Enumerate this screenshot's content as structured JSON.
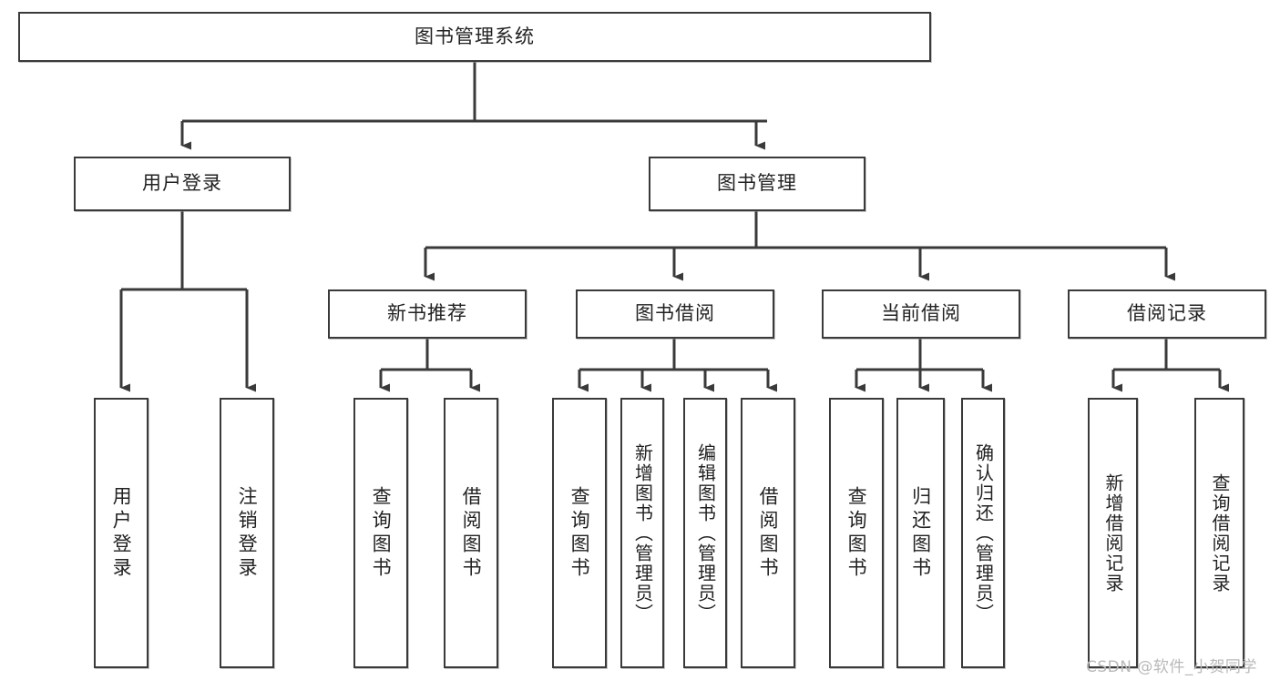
{
  "diagram": {
    "title": "图书管理系统",
    "type": "tree-hierarchy-diagram",
    "root": {
      "id": "root",
      "label": "图书管理系统"
    },
    "level2": [
      {
        "id": "user-login",
        "label": "用户登录"
      },
      {
        "id": "book-manage",
        "label": "图书管理"
      }
    ],
    "level3": [
      {
        "id": "new-book-recommend",
        "label": "新书推荐",
        "parent": "book-manage"
      },
      {
        "id": "book-borrow",
        "label": "图书借阅",
        "parent": "book-manage"
      },
      {
        "id": "current-borrow",
        "label": "当前借阅",
        "parent": "book-manage"
      },
      {
        "id": "borrow-record",
        "label": "借阅记录",
        "parent": "book-manage"
      }
    ],
    "leaves": {
      "user-login": [
        {
          "id": "leaf-user-login",
          "label": "用户登录"
        },
        {
          "id": "leaf-logout",
          "label": "注销登录"
        }
      ],
      "new-book-recommend": [
        {
          "id": "leaf-query-book-1",
          "label": "查询图书"
        },
        {
          "id": "leaf-borrow-book-1",
          "label": "借阅图书"
        }
      ],
      "book-borrow": [
        {
          "id": "leaf-query-book-2",
          "label": "查询图书"
        },
        {
          "id": "leaf-add-book",
          "label": "新增图书（管理员）"
        },
        {
          "id": "leaf-edit-book",
          "label": "编辑图书（管理员）"
        },
        {
          "id": "leaf-borrow-book-2",
          "label": "借阅图书"
        }
      ],
      "current-borrow": [
        {
          "id": "leaf-query-book-3",
          "label": "查询图书"
        },
        {
          "id": "leaf-return-book",
          "label": "归还图书"
        },
        {
          "id": "leaf-confirm-return",
          "label": "确认归还（管理员）"
        }
      ],
      "borrow-record": [
        {
          "id": "leaf-add-record",
          "label": "新增借阅记录"
        },
        {
          "id": "leaf-query-record",
          "label": "查询借阅记录"
        }
      ]
    },
    "watermark": "CSDN @软件_小贺同学",
    "colors": {
      "background": "#ffffff",
      "box_border": "#3a3a3a",
      "box_fill": "#ffffff",
      "connector": "#3a3a3a",
      "text": "#222222",
      "watermark": "#b9b9b9"
    }
  }
}
